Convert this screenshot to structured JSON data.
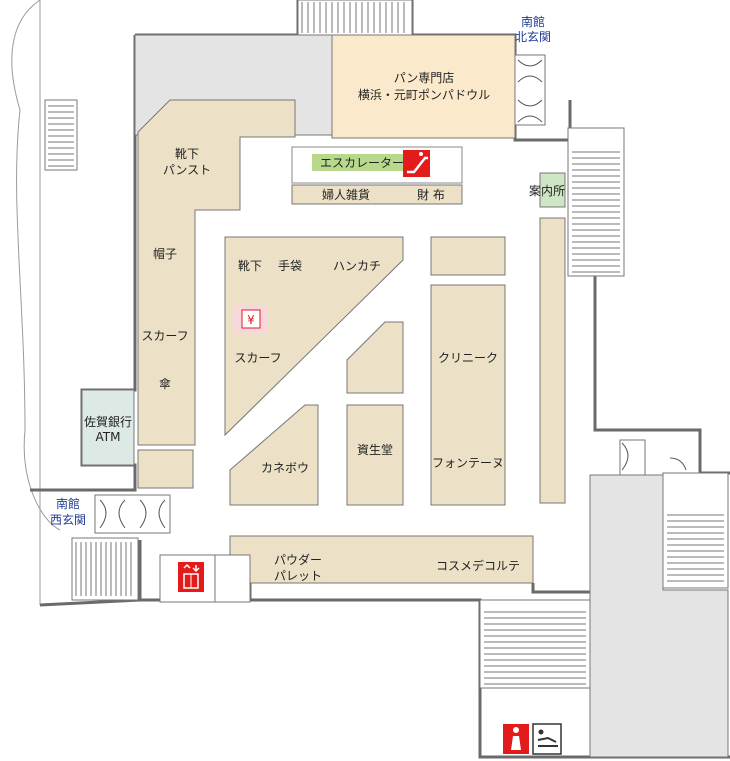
{
  "colors": {
    "shop": "#ece1c6",
    "bakery": "#fbe9cb",
    "service": "#e4e4e4",
    "atm": "#dde9e4",
    "info": "#cfe6c4",
    "escalator_band": "#b8d98c",
    "red": "#e31b1b",
    "pink": "#f7d6dc",
    "blue_text": "#1f3a93",
    "wall": "#6a6a6a"
  },
  "entrances": {
    "north": [
      "南館",
      "北玄関"
    ],
    "west": [
      "南館",
      "西玄関"
    ]
  },
  "shops": {
    "bakery": [
      "パン専門店",
      "横浜・元町ポンパドウル"
    ],
    "socks_pantyhose": [
      "靴下",
      "パンスト"
    ],
    "hat": "帽子",
    "scarf_left": "スカーフ",
    "umbrella": "傘",
    "atm": [
      "佐賀銀行",
      "ATM"
    ],
    "socks": "靴下",
    "gloves": "手袋",
    "handkerchief": "ハンカチ",
    "scarf_center": "スカーフ",
    "kanebo": "カネボウ",
    "shiseido": "資生堂",
    "clinique": "クリニーク",
    "fontaine": "フォンテーヌ",
    "powder_pallet": [
      "パウダー",
      "パレット"
    ],
    "cosme_decorte": "コスメデコルテ",
    "accessories": "婦人雑貨",
    "wallet": "財 布",
    "info_desk": "案内所"
  },
  "escalator": {
    "label": "エスカレーター",
    "icon": "escalator-icon"
  },
  "icons": {
    "cashier": "¥",
    "elevator": "elevator-icon",
    "restroom": "womens-restroom-icon",
    "baby_room": "baby-changing-icon"
  }
}
